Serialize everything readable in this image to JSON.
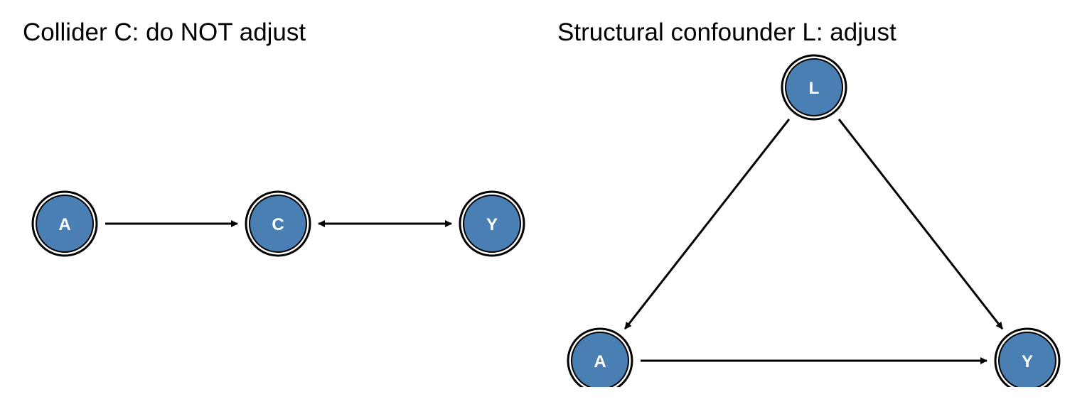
{
  "panels": [
    {
      "title": "Collider C: do NOT adjust",
      "nodes": [
        {
          "id": "A",
          "label": "A"
        },
        {
          "id": "C",
          "label": "C"
        },
        {
          "id": "Y",
          "label": "Y"
        }
      ],
      "edges": [
        {
          "from": "A",
          "to": "C",
          "type": "directed"
        },
        {
          "from": "C",
          "to": "Y",
          "type": "bidirected"
        }
      ]
    },
    {
      "title": "Structural confounder L: adjust",
      "nodes": [
        {
          "id": "L",
          "label": "L"
        },
        {
          "id": "A",
          "label": "A"
        },
        {
          "id": "Y",
          "label": "Y"
        }
      ],
      "edges": [
        {
          "from": "L",
          "to": "A",
          "type": "directed"
        },
        {
          "from": "L",
          "to": "Y",
          "type": "directed"
        },
        {
          "from": "A",
          "to": "Y",
          "type": "directed"
        }
      ]
    }
  ],
  "colors": {
    "node_fill": "#4a7fb3",
    "node_outline": "#000000",
    "edge": "#000000",
    "label": "#ffffff"
  }
}
